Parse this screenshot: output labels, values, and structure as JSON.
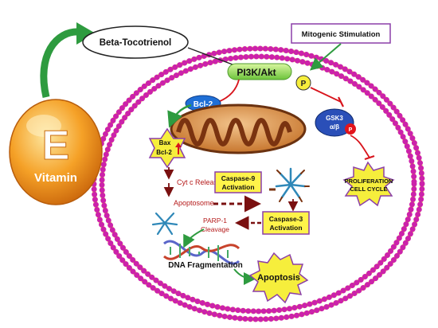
{
  "vitamin": {
    "letter": "E",
    "word": "Vitamin"
  },
  "compound": {
    "label": "Beta-Tocotrienol"
  },
  "stimulus": {
    "label": "Mitogenic Stimulation"
  },
  "pathway": {
    "pi3k": "PI3K/Akt",
    "phospho": "P",
    "bcl2": "Bcl-2",
    "gsk3_line1": "GSK3",
    "gsk3_line2": "α/β",
    "gsk3_phospho": "P",
    "bax_line1": "Bax",
    "bax_line2": "Bcl-2",
    "proliferation_line1": "PROLIFERATION",
    "proliferation_line2": "CELL CYCLE",
    "cytc": "Cyt c Release",
    "apoptosome": "Apoptosome",
    "casp9_line1": "Caspase-9",
    "casp9_line2": "Activation",
    "casp3_line1": "Caspase-3",
    "casp3_line2": "Activation",
    "parp_line1": "PARP-1",
    "parp_line2": "Cleavage",
    "dna": "DNA Fragmentation",
    "apoptosis": "Apoptosis"
  },
  "colors": {
    "membrane_head": "#cc22aa",
    "membrane_tail": "#f2e84a",
    "vitamin_orange": "#f39a1c",
    "arrow_green": "#2e9b3f",
    "inhibit_red": "#d8141c",
    "label_box_yellow": "#fff34a",
    "cascade_red": "#b51a1a",
    "bcl2_blue": "#1f6fd6"
  }
}
